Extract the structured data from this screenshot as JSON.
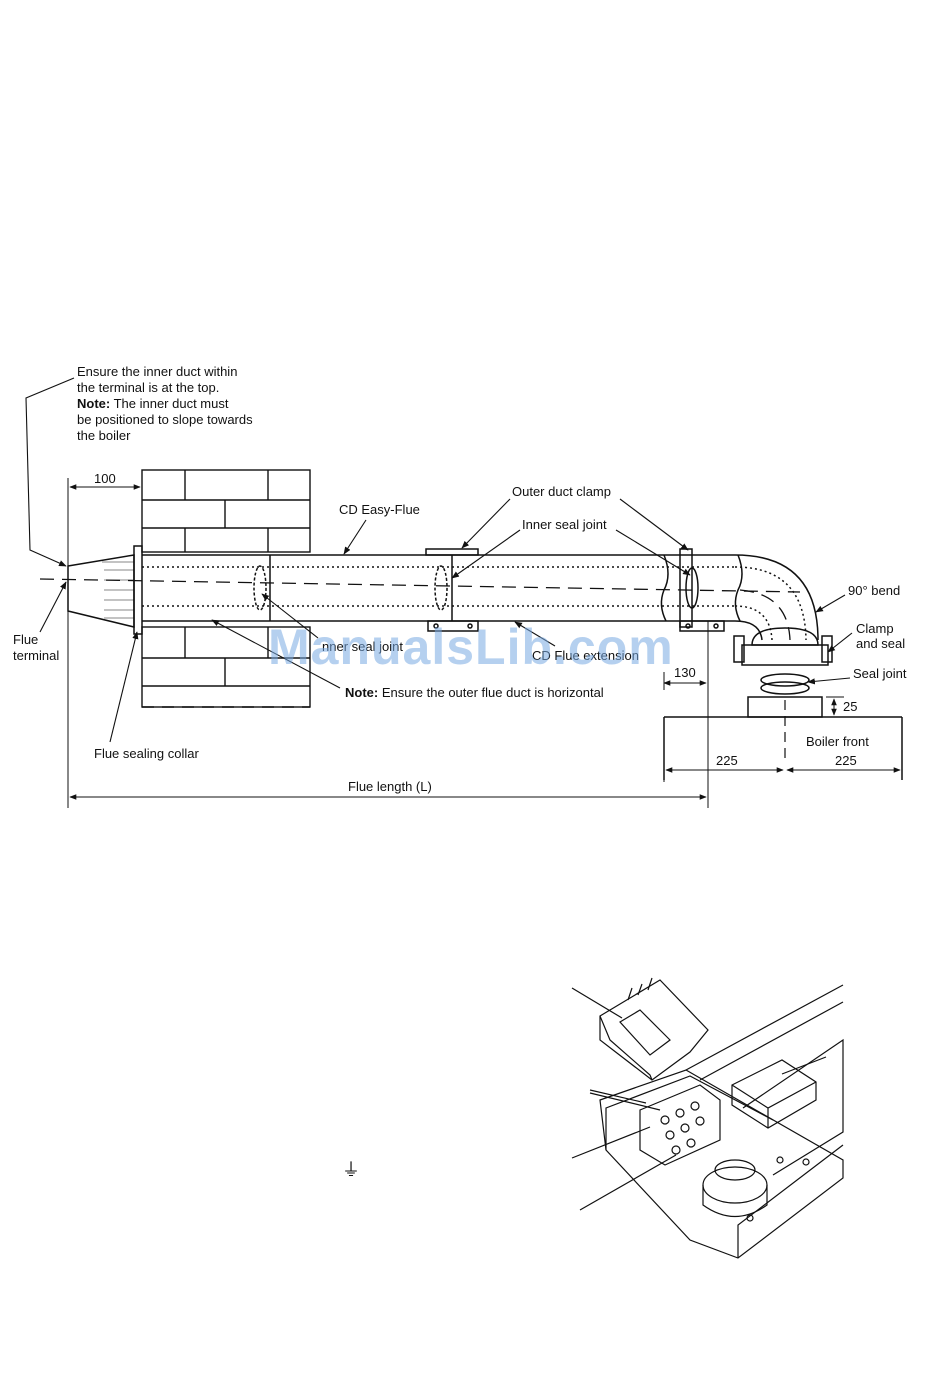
{
  "labels": {
    "ensure_line1": "Ensure the inner duct within",
    "ensure_line2": "the terminal is at the top.",
    "note_bold": "Note:",
    "note_line3_rest": " The inner duct must",
    "note_line4": "be positioned to slope towards",
    "note_line5": "the boiler",
    "flue_terminal_1": "Flue",
    "flue_terminal_2": "terminal",
    "flue_sealing_collar": "Flue sealing collar",
    "cd_easy_flue": "CD Easy-Flue",
    "outer_duct_clamp": "Outer duct clamp",
    "inner_seal_joint": "Inner seal joint",
    "inner_seal_joint_lower": "nner seal joint",
    "cd_flue_extension": "CD Flue extension",
    "bend_90": "90° bend",
    "clamp_1": "Clamp",
    "clamp_2": "and seal",
    "seal_joint": "Seal joint",
    "boiler_front": "Boiler front",
    "flue_length": "Flue length (L)",
    "note_horizontal_bold": "Note:",
    "note_horizontal_rest": " Ensure the outer flue duct is horizontal"
  },
  "dimensions": {
    "d100": "100",
    "d130": "130",
    "d25": "25",
    "d225_left": "225",
    "d225_right": "225"
  },
  "watermark": "ManualsLib.com",
  "symbol": {
    "earth_icon": "⏚"
  },
  "colors": {
    "line": "#111111",
    "watermark": "#78aae1"
  }
}
